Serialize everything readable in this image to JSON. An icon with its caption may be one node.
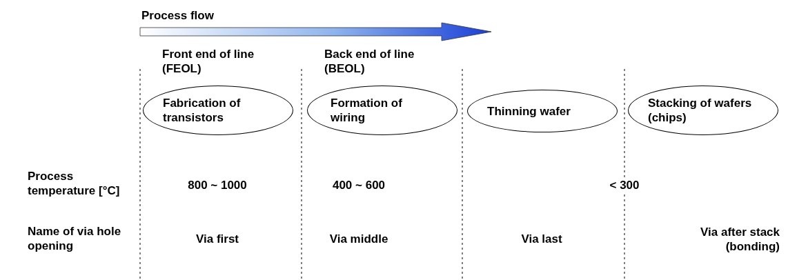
{
  "diagram": {
    "nodes": [
      {
        "text": [
          "Fabrication of transistors"
        ]
      },
      {
        "text": [
          "Formation of wiring"
        ]
      },
      {
        "text": [
          "Thinning wafer"
        ]
      },
      {
        "text": [
          "Stacking of wafers (chips)"
        ]
      }
    ],
    "labels": [
      "Process flow",
      "Front end of line (FEOL)",
      "Back end of line (BEOL)",
      "Process temperature [°C]",
      "800 ~ 1000",
      "400 ~ 600",
      "< 300",
      "Name of via hole opening",
      "Via first",
      "Via middle",
      "Via last",
      "Via after stack (bonding)"
    ]
  }
}
